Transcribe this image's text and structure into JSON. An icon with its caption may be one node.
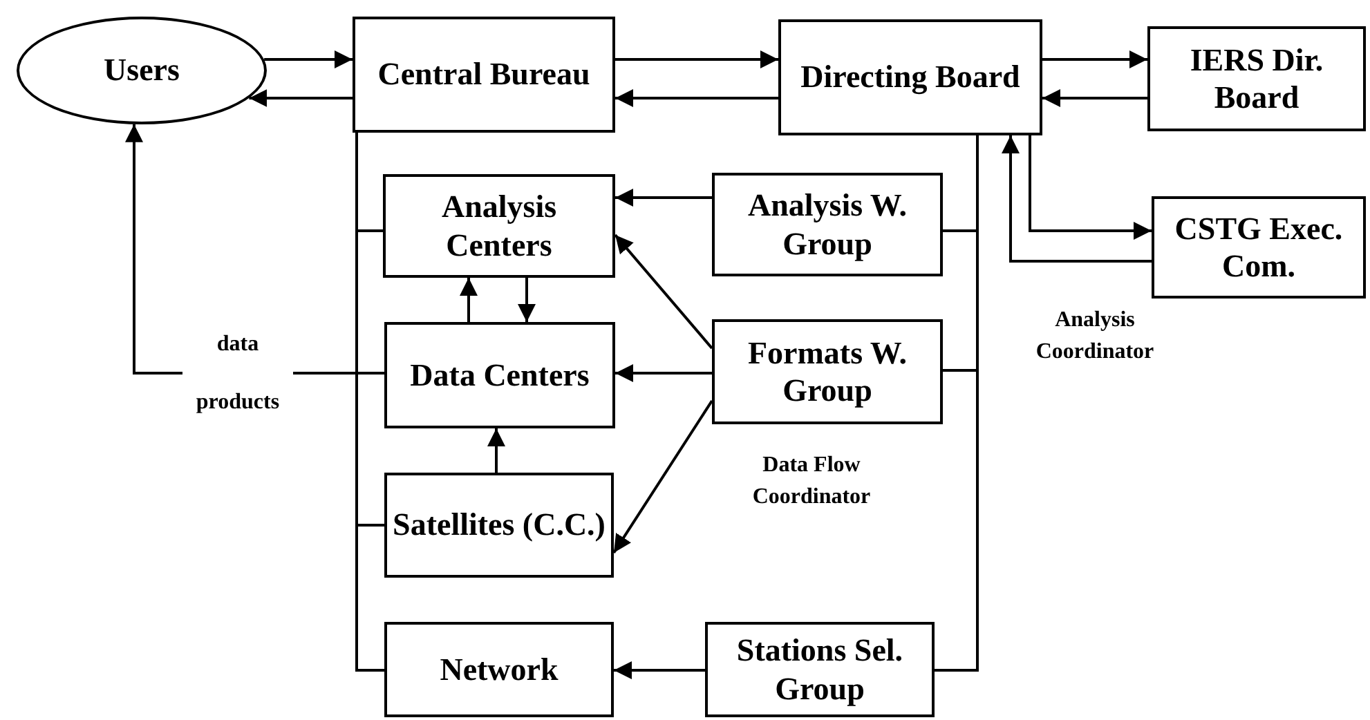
{
  "diagram": {
    "nodes": [
      {
        "text": [
          "Users"
        ]
      },
      {
        "text": [
          "Central Bureau"
        ]
      },
      {
        "text": [
          "Directing Board"
        ]
      },
      {
        "text": [
          "IERS Dir. Board"
        ]
      },
      {
        "text": [
          "Analysis Centers"
        ]
      },
      {
        "text": [
          "Analysis W. Group"
        ]
      },
      {
        "text": [
          "CSTG Exec. Com."
        ]
      },
      {
        "text": [
          "Data Centers"
        ]
      },
      {
        "text": [
          "Formats W. Group"
        ]
      },
      {
        "text": [
          "Satellites (C.C.)"
        ]
      },
      {
        "text": [
          "Network"
        ]
      },
      {
        "text": [
          "Stations Sel. Group"
        ]
      }
    ],
    "edges": [
      {
        "from": 0,
        "to": 1,
        "arrow": "to"
      },
      {
        "from": 1,
        "to": 0,
        "arrow": "to"
      },
      {
        "from": 1,
        "to": 2,
        "arrow": "to"
      },
      {
        "from": 2,
        "to": 1,
        "arrow": "to"
      },
      {
        "from": 2,
        "to": 3,
        "arrow": "to"
      },
      {
        "from": 3,
        "to": 2,
        "arrow": "to"
      },
      {
        "from": 2,
        "to": 6,
        "arrow": "to"
      },
      {
        "from": 6,
        "to": 2,
        "arrow": "to"
      },
      {
        "from": 5,
        "to": 4,
        "arrow": "to"
      },
      {
        "from": 8,
        "to": 4,
        "arrow": "to"
      },
      {
        "from": 8,
        "to": 7,
        "arrow": "to"
      },
      {
        "from": 8,
        "to": 9,
        "arrow": "to"
      },
      {
        "from": 4,
        "to": 7,
        "arrow": "to"
      },
      {
        "from": 7,
        "to": 4,
        "arrow": "to"
      },
      {
        "from": 9,
        "to": 7,
        "arrow": "to"
      },
      {
        "from": 11,
        "to": 10,
        "arrow": "to"
      },
      {
        "from": 7,
        "to": 0,
        "arrow": "to",
        "label": "data products"
      },
      {
        "from": 1,
        "to": 4,
        "arrow": "none"
      },
      {
        "from": 1,
        "to": 7,
        "arrow": "none"
      },
      {
        "from": 1,
        "to": 9,
        "arrow": "none"
      },
      {
        "from": 1,
        "to": 10,
        "arrow": "none"
      },
      {
        "from": 2,
        "to": 5,
        "arrow": "none"
      },
      {
        "from": 2,
        "to": 8,
        "arrow": "none"
      },
      {
        "from": 2,
        "to": 11,
        "arrow": "none"
      }
    ],
    "labels": [
      "Analysis Coordinator",
      "Data Flow Coordinator"
    ]
  }
}
